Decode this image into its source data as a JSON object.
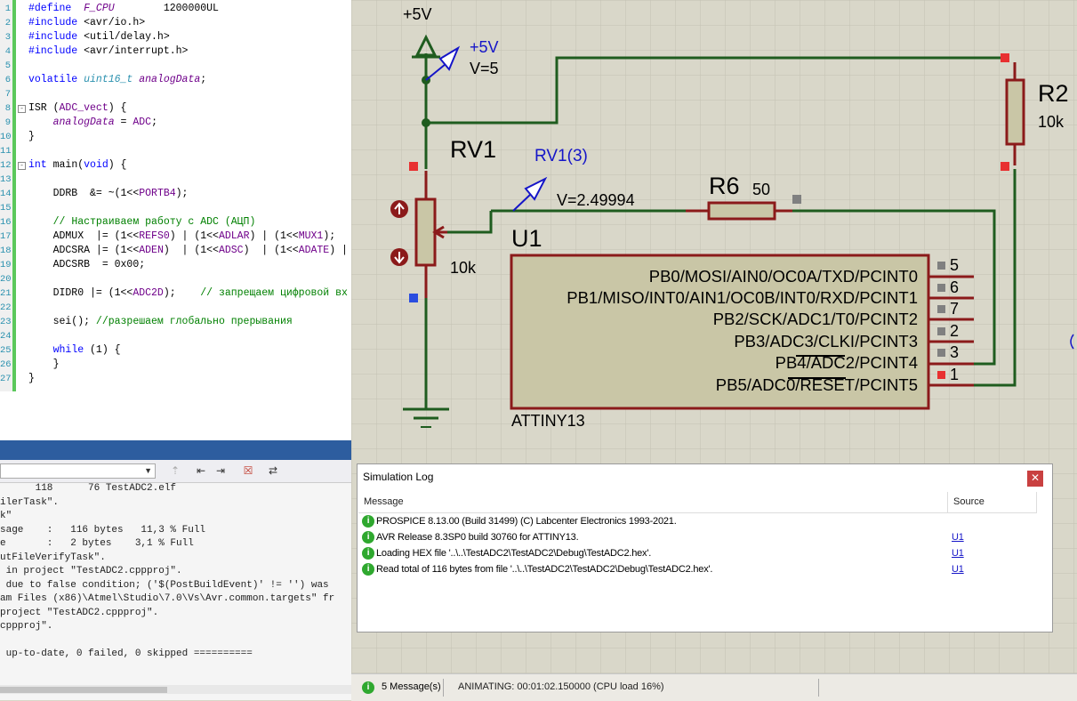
{
  "editor": {
    "lines": [
      {
        "n": "1",
        "segs": [
          [
            "k",
            "#define"
          ],
          [
            "p",
            "  "
          ],
          [
            "i",
            "F_CPU"
          ],
          [
            "p",
            "        1200000UL"
          ]
        ]
      },
      {
        "n": "2",
        "segs": [
          [
            "k",
            "#include"
          ],
          [
            "p",
            " <avr/io.h>"
          ]
        ]
      },
      {
        "n": "3",
        "segs": [
          [
            "k",
            "#include"
          ],
          [
            "p",
            " <util/delay.h>"
          ]
        ]
      },
      {
        "n": "4",
        "segs": [
          [
            "k",
            "#include"
          ],
          [
            "p",
            " <avr/interrupt.h>"
          ]
        ]
      },
      {
        "n": "5",
        "segs": []
      },
      {
        "n": "6",
        "segs": [
          [
            "k",
            "volatile"
          ],
          [
            "p",
            " "
          ],
          [
            "t",
            "uint16_t"
          ],
          [
            "p",
            " "
          ],
          [
            "i",
            "analogData"
          ],
          [
            "p",
            ";"
          ]
        ]
      },
      {
        "n": "7",
        "segs": []
      },
      {
        "n": "8",
        "fold": "-",
        "segs": [
          [
            "p",
            "ISR ("
          ],
          [
            "m",
            "ADC_vect"
          ],
          [
            "p",
            ") {"
          ]
        ]
      },
      {
        "n": "9",
        "segs": [
          [
            "p",
            "    "
          ],
          [
            "i",
            "analogData"
          ],
          [
            "p",
            " = "
          ],
          [
            "m",
            "ADC"
          ],
          [
            "p",
            ";"
          ]
        ]
      },
      {
        "n": "10",
        "segs": [
          [
            "p",
            "}"
          ]
        ]
      },
      {
        "n": "11",
        "segs": []
      },
      {
        "n": "12",
        "fold": "-",
        "segs": [
          [
            "k",
            "int"
          ],
          [
            "p",
            " main("
          ],
          [
            "k",
            "void"
          ],
          [
            "p",
            ") {"
          ]
        ]
      },
      {
        "n": "13",
        "segs": []
      },
      {
        "n": "14",
        "segs": [
          [
            "p",
            "    DDRB  &= ~(1<<"
          ],
          [
            "m",
            "PORTB4"
          ],
          [
            "p",
            ");"
          ]
        ]
      },
      {
        "n": "15",
        "segs": []
      },
      {
        "n": "16",
        "segs": [
          [
            "p",
            "    "
          ],
          [
            "c",
            "// Настраиваем работу с ADC (АЦП)"
          ]
        ]
      },
      {
        "n": "17",
        "segs": [
          [
            "p",
            "    ADMUX  |= (1<<"
          ],
          [
            "m",
            "REFS0"
          ],
          [
            "p",
            ") | (1<<"
          ],
          [
            "m",
            "ADLAR"
          ],
          [
            "p",
            ") | (1<<"
          ],
          [
            "m",
            "MUX1"
          ],
          [
            "p",
            ");"
          ]
        ]
      },
      {
        "n": "18",
        "segs": [
          [
            "p",
            "    ADCSRA |= (1<<"
          ],
          [
            "m",
            "ADEN"
          ],
          [
            "p",
            ")  | (1<<"
          ],
          [
            "m",
            "ADSC"
          ],
          [
            "p",
            ")  | (1<<"
          ],
          [
            "m",
            "ADATE"
          ],
          [
            "p",
            ") |"
          ]
        ]
      },
      {
        "n": "19",
        "segs": [
          [
            "p",
            "    ADCSRB  = 0x00;"
          ]
        ]
      },
      {
        "n": "20",
        "segs": []
      },
      {
        "n": "21",
        "segs": [
          [
            "p",
            "    DIDR0 |= (1<<"
          ],
          [
            "m",
            "ADC2D"
          ],
          [
            "p",
            ");    "
          ],
          [
            "c",
            "// запрещаем цифровой вх"
          ]
        ]
      },
      {
        "n": "22",
        "segs": []
      },
      {
        "n": "23",
        "segs": [
          [
            "p",
            "    sei(); "
          ],
          [
            "c",
            "//разрешаем глобально прерывания"
          ]
        ]
      },
      {
        "n": "24",
        "segs": []
      },
      {
        "n": "25",
        "segs": [
          [
            "p",
            "    "
          ],
          [
            "k",
            "while"
          ],
          [
            "p",
            " (1) {"
          ]
        ]
      },
      {
        "n": "26",
        "segs": [
          [
            "p",
            "    }"
          ]
        ]
      },
      {
        "n": "27",
        "segs": [
          [
            "p",
            "}"
          ]
        ]
      }
    ]
  },
  "output": {
    "lines": [
      "      118      76 TestADC2.elf",
      "ilerTask\".",
      "k\"",
      "sage    :   116 bytes   11,3 % Full",
      "e       :   2 bytes    3,1 % Full",
      "utFileVerifyTask\".",
      " in project \"TestADC2.cppproj\".",
      " due to false condition; ('$(PostBuildEvent)' != '') was",
      "am Files (x86)\\Atmel\\Studio\\7.0\\Vs\\Avr.common.targets\" fr",
      "project \"TestADC2.cppproj\".",
      "cppproj\".",
      "",
      " up-to-date, 0 failed, 0 skipped =========="
    ]
  },
  "schematic": {
    "supply_label": "+5V",
    "probe_name": "+5V",
    "probe_value": "V=5",
    "rv1_ref": "RV1",
    "rv1_value": "10k",
    "rv1_probe": "RV1(3)",
    "rv1_probe_value": "V=2.49994",
    "r6_ref": "R6",
    "r6_value": "50",
    "r2_ref": "R2",
    "r2_value": "10k",
    "u1_ref": "U1",
    "u1_part": "ATTINY13",
    "pins": [
      {
        "name": "PB0/MOSI/AIN0/OC0A/TXD/PCINT0",
        "num": "5"
      },
      {
        "name": "PB1/MISO/INT0/AIN1/OC0B/INT0/RXD/PCINT1",
        "num": "6"
      },
      {
        "name": "PB2/SCK/ADC1/T0/PCINT2",
        "num": "7"
      },
      {
        "name": "PB3/ADC3/CLKI/PCINT3",
        "num": "2"
      },
      {
        "name": "PB4/ADC2/PCINT4",
        "num": "3"
      },
      {
        "name": "PB5/ADC0/RESET/PCINT5",
        "num": "1"
      }
    ],
    "colors": {
      "wire": "#1f5c1f",
      "component": "#8b1a1a",
      "body": "#c9c6a6"
    }
  },
  "simlog": {
    "title": "Simulation Log",
    "col_message": "Message",
    "col_source": "Source",
    "rows": [
      {
        "msg": "PROSPICE 8.13.00 (Build 31499) (C) Labcenter Electronics 1993-2021.",
        "src": ""
      },
      {
        "msg": "AVR Release 8.3SP0 build 30760 for ATTINY13.",
        "src": "U1"
      },
      {
        "msg": "Loading HEX file '..\\..\\TestADC2\\TestADC2\\Debug\\TestADC2.hex'.",
        "src": "U1"
      },
      {
        "msg": "Read total of 116 bytes from file '..\\..\\TestADC2\\TestADC2\\Debug\\TestADC2.hex'.",
        "src": "U1"
      }
    ]
  },
  "statusbar": {
    "messages": "5 Message(s)",
    "animating": "ANIMATING: 00:01:02.150000 (CPU load 16%)"
  }
}
